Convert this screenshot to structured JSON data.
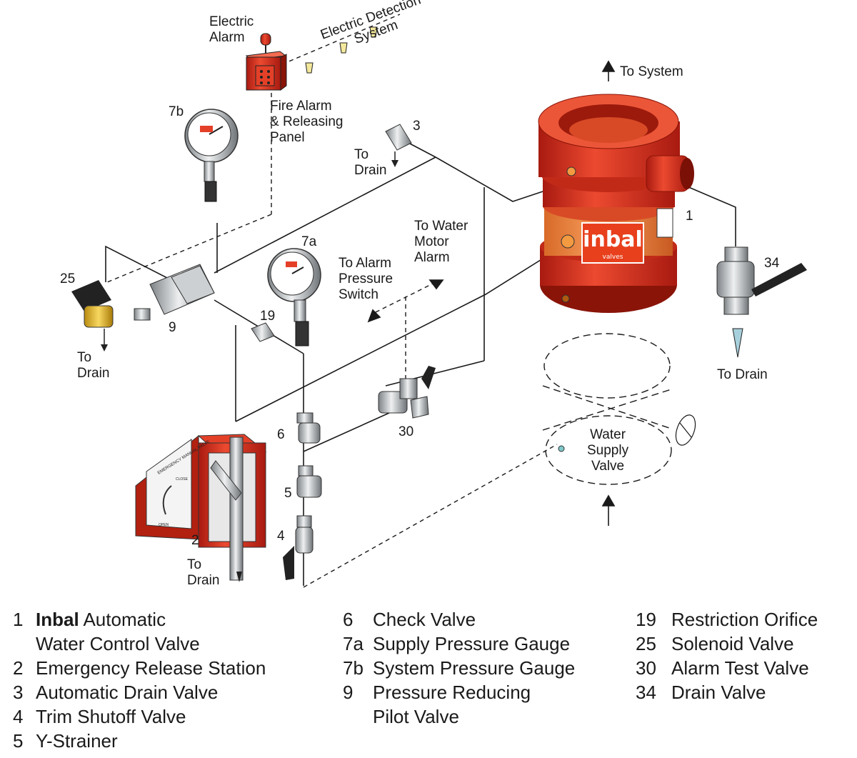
{
  "labels": {
    "electric_alarm": "Electric\nAlarm",
    "fire_panel": "Fire Alarm\n& Releasing\nPanel",
    "detection": "Electric Detection\nSystem",
    "to_system": "To System",
    "callout_7b": "7b",
    "callout_3": "3",
    "to_drain_3": "To\nDrain",
    "callout_1": "1",
    "callout_34": "34",
    "to_drain_34": "To Drain",
    "callout_25": "25",
    "to_drain_25": "To\nDrain",
    "callout_9": "9",
    "callout_7a": "7a",
    "callout_19": "19",
    "to_alarm_switch": "To Alarm\nPressure\nSwitch",
    "to_water_motor": "To Water\nMotor\nAlarm",
    "callout_30": "30",
    "callout_6": "6",
    "callout_5": "5",
    "callout_4": "4",
    "callout_2": "2",
    "to_drain_2": "To\nDrain",
    "water_supply_valve": "Water\nSupply\nValve",
    "valve_brand": "inbal",
    "valve_brand_sub": "valves",
    "emergency_box_text": "EMERGENCY\nMANUAL VALVE",
    "emergency_close": "CLOSE",
    "emergency_open": "OPEN"
  },
  "legend": {
    "col1": [
      {
        "num": "1",
        "bold": "Inbal",
        "text": " Automatic\nWater Control Valve"
      },
      {
        "num": "2",
        "bold": "",
        "text": "Emergency Release Station"
      },
      {
        "num": "3",
        "bold": "",
        "text": "Automatic Drain Valve"
      },
      {
        "num": "4",
        "bold": "",
        "text": "Trim  Shutoff Valve"
      },
      {
        "num": "5",
        "bold": "",
        "text": "Y-Strainer"
      }
    ],
    "col2": [
      {
        "num": "6",
        "text": "Check Valve"
      },
      {
        "num": "7a",
        "text": "Supply Pressure Gauge"
      },
      {
        "num": "7b",
        "text": "System Pressure Gauge"
      },
      {
        "num": "9",
        "text": "Pressure Reducing\nPilot Valve"
      }
    ],
    "col3": [
      {
        "num": "19",
        "text": "Restriction Orifice"
      },
      {
        "num": "25",
        "text": "Solenoid Valve"
      },
      {
        "num": "30",
        "text": "Alarm Test Valve"
      },
      {
        "num": "34",
        "text": "Drain Valve"
      }
    ]
  },
  "colors": {
    "valve_red": "#d8321e",
    "valve_orange": "#f08a3c",
    "box_red": "#d22a1a",
    "brass": "#e8b422",
    "steel": "#b8bcc0"
  }
}
